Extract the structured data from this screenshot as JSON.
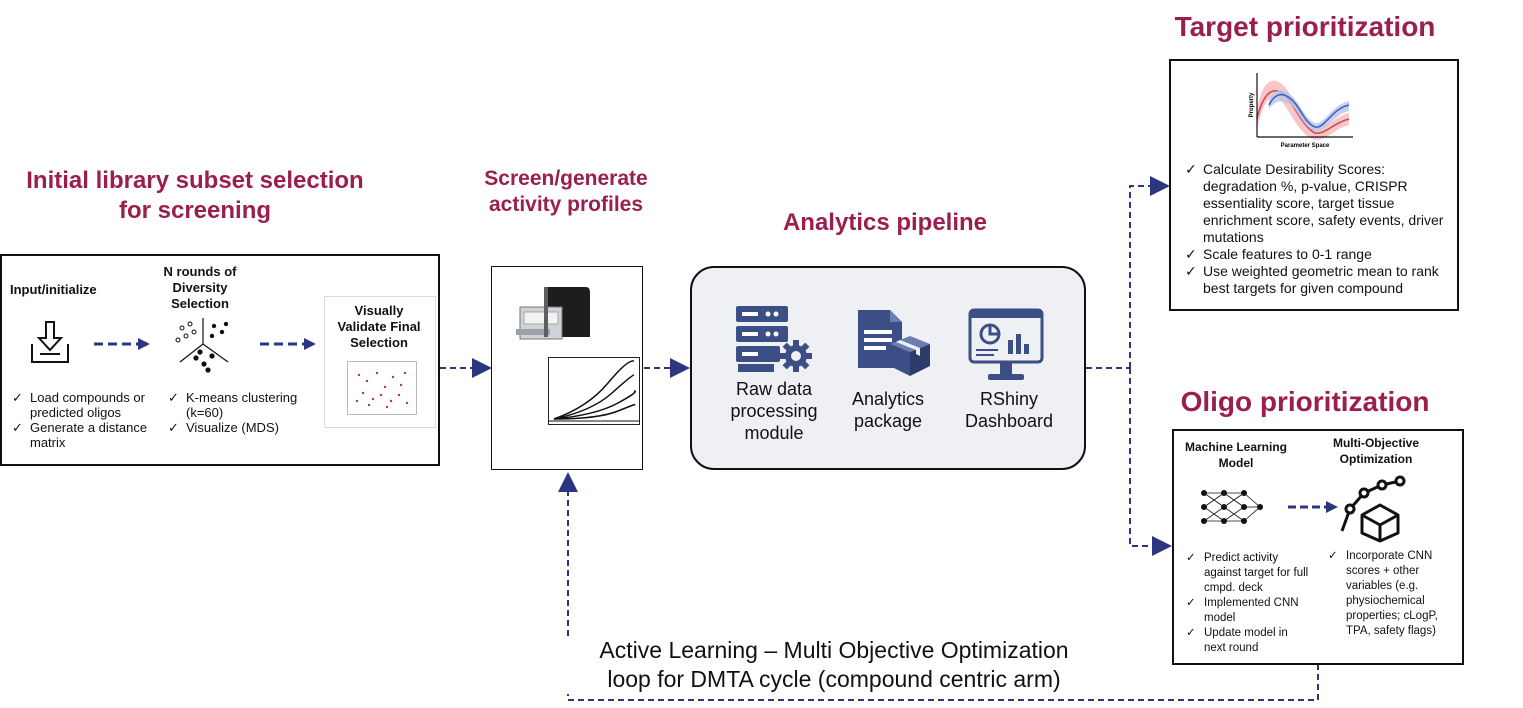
{
  "sections": {
    "library": {
      "title": "Initial library subset selection for screening",
      "step1_label": "Input/initialize",
      "step2_label": "N rounds of Diversity Selection",
      "step3_label": "Visually Validate Final Selection",
      "bullets_left": [
        "Load compounds or predicted oligos",
        "Generate a distance matrix"
      ],
      "bullets_mid": [
        "K-means clustering (k=60)",
        "Visualize (MDS)"
      ]
    },
    "screen": {
      "title": "Screen/generate activity profiles"
    },
    "analytics": {
      "title": "Analytics pipeline",
      "items": [
        {
          "label": "Raw data processing module",
          "icon": "server-gear-icon"
        },
        {
          "label": "Analytics package",
          "icon": "document-box-icon"
        },
        {
          "label": "RShiny Dashboard",
          "icon": "dashboard-monitor-icon"
        }
      ]
    },
    "target": {
      "title": "Target prioritization",
      "plot_ylabel": "Property",
      "plot_xlabel": "Parameter Space",
      "bullets": [
        "Calculate Desirability Scores: degradation %, p-value, CRISPR essentiality score, target tissue enrichment score, safety events, driver mutations",
        "Scale features to 0-1 range",
        "Use weighted geometric mean to rank best targets for given compound"
      ]
    },
    "oligo": {
      "title": "Oligo prioritization",
      "ml_label": "Machine Learning Model",
      "moo_label": "Multi-Objective Optimization",
      "ml_bullets": [
        "Predict activity against target for full cmpd. deck",
        "Implemented CNN model",
        "Update model in next round"
      ],
      "moo_bullets": [
        "Incorporate CNN scores + other variables (e.g. physiochemical properties; cLogP, TPA, safety flags)"
      ]
    }
  },
  "loop_caption": [
    "Active Learning – Multi Objective Optimization",
    "loop for DMTA cycle (compound centric arm)"
  ],
  "colors": {
    "title": "#9b1f4e",
    "arrow": "#2b3580",
    "icon": "#3b4e86"
  }
}
